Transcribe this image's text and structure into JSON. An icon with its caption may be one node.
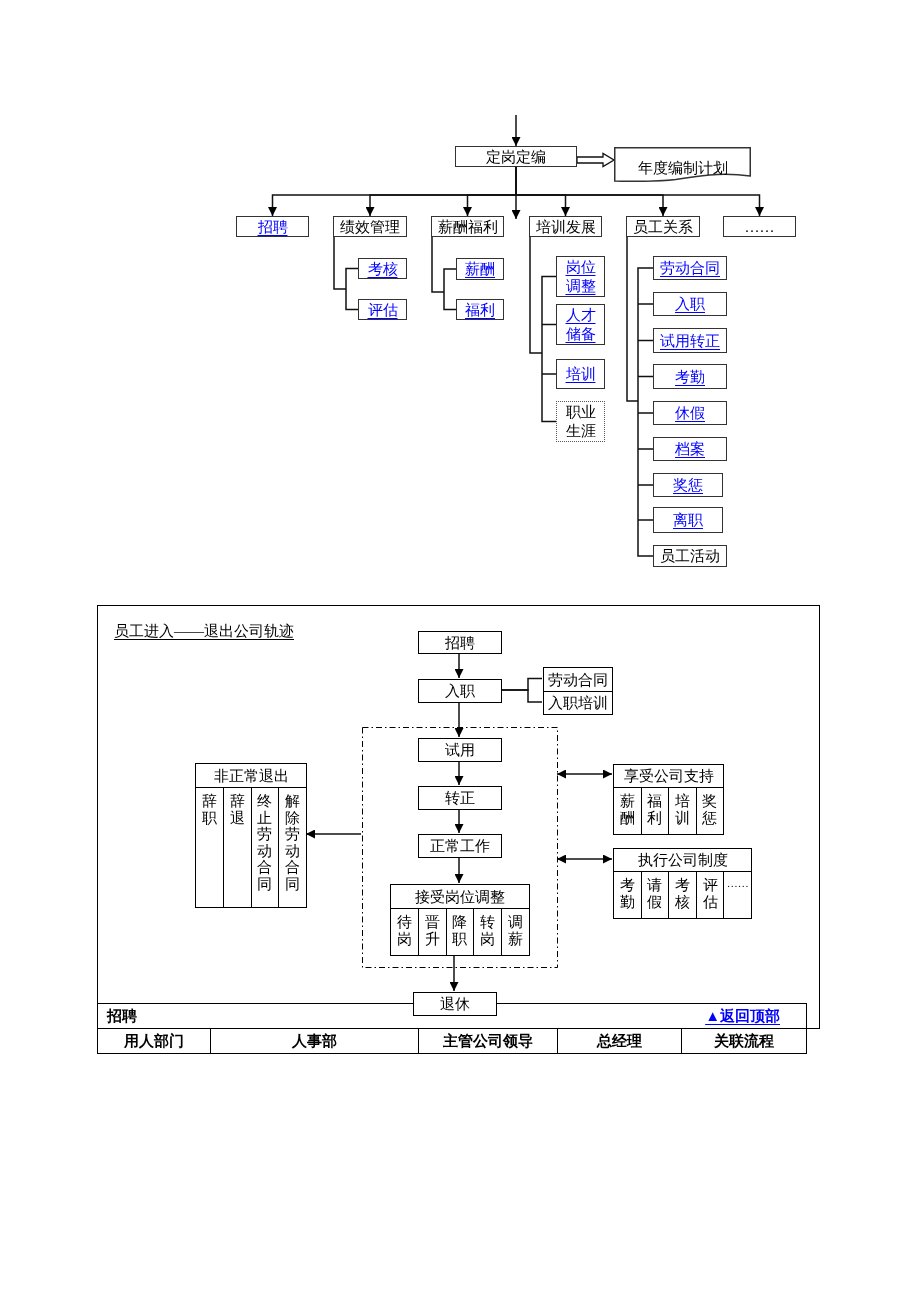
{
  "diagram": {
    "nodes": [
      {
        "text": [
          "定岗定编"
        ]
      },
      {
        "text": [
          "年度编制计划"
        ]
      },
      {
        "text": [
          "招聘"
        ]
      },
      {
        "text": [
          "绩效管理"
        ]
      },
      {
        "text": [
          "薪酬福利"
        ]
      },
      {
        "text": [
          "培训发展"
        ]
      },
      {
        "text": [
          "员工关系"
        ]
      },
      {
        "text": [
          "……"
        ]
      },
      {
        "text": [
          "考核"
        ]
      },
      {
        "text": [
          "评估"
        ]
      },
      {
        "text": [
          "薪酬"
        ]
      },
      {
        "text": [
          "福利"
        ]
      },
      {
        "text": [
          "岗位调整"
        ]
      },
      {
        "text": [
          "人才储备"
        ]
      },
      {
        "text": [
          "培训"
        ]
      },
      {
        "text": [
          "职业生涯"
        ]
      },
      {
        "text": [
          "劳动合同"
        ]
      },
      {
        "text": [
          "入职"
        ]
      },
      {
        "text": [
          "试用转正"
        ]
      },
      {
        "text": [
          "考勤"
        ]
      },
      {
        "text": [
          "休假"
        ]
      },
      {
        "text": [
          "档案"
        ]
      },
      {
        "text": [
          "奖惩"
        ]
      },
      {
        "text": [
          "离职"
        ]
      },
      {
        "text": [
          "员工活动"
        ]
      },
      {
        "text": [
          "员工进入——退出公司轨迹"
        ]
      },
      {
        "text": [
          "招聘"
        ],
        "in": 25
      },
      {
        "text": [
          "入职"
        ],
        "in": 25
      },
      {
        "text": [
          "劳动合同"
        ],
        "in": 25
      },
      {
        "text": [
          "入职培训"
        ],
        "in": 25
      },
      {
        "text": [],
        "shape": "box",
        "in": 25
      },
      {
        "text": [
          "试用"
        ],
        "in": 30
      },
      {
        "text": [
          "转正"
        ],
        "in": 30
      },
      {
        "text": [
          "正常工作"
        ],
        "in": 30
      },
      {
        "text": [
          "接受岗位调整",
          "待岗",
          "晋升",
          "降职",
          "转岗",
          "调薪"
        ],
        "in": 30
      },
      {
        "text": [
          "非正常退出",
          "辞职",
          "辞退",
          "终止劳动合同",
          "解除劳动合同"
        ],
        "in": 25
      },
      {
        "text": [
          "享受公司支持",
          "薪酬",
          "福利",
          "培训",
          "奖惩"
        ],
        "in": 25
      },
      {
        "text": [
          "执行公司制度",
          "考勤",
          "请假",
          "考核",
          "评估",
          "……"
        ],
        "in": 25
      },
      {
        "text": [
          "退休"
        ],
        "in": 25
      }
    ],
    "edges": [
      {
        "from": null,
        "to": 0,
        "arrow": "to"
      },
      {
        "from": 0,
        "to": 1,
        "arrow": "to",
        "style": "thick"
      },
      {
        "from": 0,
        "to": 2,
        "arrow": "to"
      },
      {
        "from": 0,
        "to": 3,
        "arrow": "to"
      },
      {
        "from": 0,
        "to": 4,
        "arrow": "to"
      },
      {
        "from": 0,
        "to": 5,
        "arrow": "to"
      },
      {
        "from": 0,
        "to": 6,
        "arrow": "to"
      },
      {
        "from": 0,
        "to": 7,
        "arrow": "to"
      },
      {
        "from": 3,
        "to": 8,
        "arrow": "none"
      },
      {
        "from": 3,
        "to": 9,
        "arrow": "none"
      },
      {
        "from": 4,
        "to": 10,
        "arrow": "none"
      },
      {
        "from": 4,
        "to": 11,
        "arrow": "none"
      },
      {
        "from": 5,
        "to": 12,
        "arrow": "none"
      },
      {
        "from": 5,
        "to": 13,
        "arrow": "none"
      },
      {
        "from": 5,
        "to": 14,
        "arrow": "none"
      },
      {
        "from": 5,
        "to": 15,
        "arrow": "none"
      },
      {
        "from": 6,
        "to": 16,
        "arrow": "none"
      },
      {
        "from": 6,
        "to": 17,
        "arrow": "none"
      },
      {
        "from": 6,
        "to": 18,
        "arrow": "none"
      },
      {
        "from": 6,
        "to": 19,
        "arrow": "none"
      },
      {
        "from": 6,
        "to": 20,
        "arrow": "none"
      },
      {
        "from": 6,
        "to": 21,
        "arrow": "none"
      },
      {
        "from": 6,
        "to": 22,
        "arrow": "none"
      },
      {
        "from": 6,
        "to": 23,
        "arrow": "none"
      },
      {
        "from": 6,
        "to": 24,
        "arrow": "none"
      },
      {
        "from": 26,
        "to": 27,
        "arrow": "to"
      },
      {
        "from": 27,
        "to": 28,
        "arrow": "none"
      },
      {
        "from": 27,
        "to": 29,
        "arrow": "none"
      },
      {
        "from": 27,
        "to": 31,
        "arrow": "to"
      },
      {
        "from": 31,
        "to": 32,
        "arrow": "to"
      },
      {
        "from": 32,
        "to": 33,
        "arrow": "to"
      },
      {
        "from": 33,
        "to": 34,
        "arrow": "to"
      },
      {
        "from": 30,
        "to": 35,
        "arrow": "to"
      },
      {
        "from": 30,
        "to": 36,
        "arrow": "both"
      },
      {
        "from": 30,
        "to": 37,
        "arrow": "both"
      },
      {
        "from": 34,
        "to": 38,
        "arrow": "to"
      }
    ],
    "labels": [
      "招聘",
      "▲返回顶部",
      "用人部门",
      "人事部",
      "主管公司领导",
      "总经理",
      "关联流程"
    ]
  }
}
